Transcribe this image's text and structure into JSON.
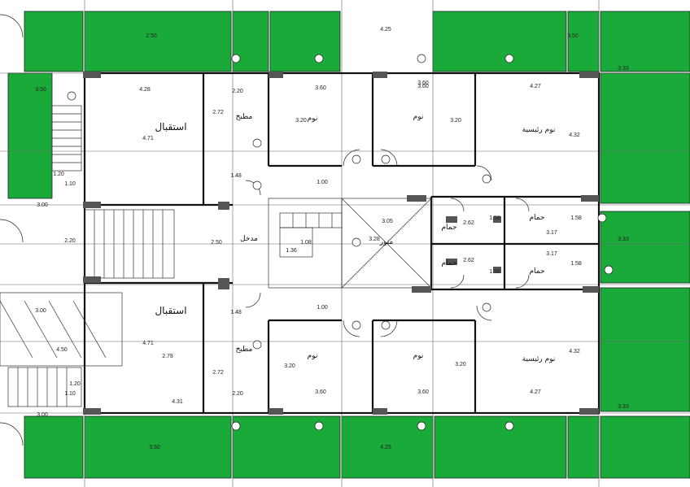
{
  "colors": {
    "green": "#1aaa3a",
    "wall": "#111111",
    "column": "#555555"
  },
  "rooms": [
    {
      "id": "reception-top",
      "name": "استقبال"
    },
    {
      "id": "kitchen-top",
      "name": "مطبخ"
    },
    {
      "id": "bed-1-top",
      "name": "نوم"
    },
    {
      "id": "bed-2-top",
      "name": "نوم"
    },
    {
      "id": "master-top",
      "name": "نوم رئيسية"
    },
    {
      "id": "bath-1-top",
      "name": "حمام"
    },
    {
      "id": "bath-2-top",
      "name": "حمام"
    },
    {
      "id": "bath-1-bot",
      "name": "حمام"
    },
    {
      "id": "bath-2-bot",
      "name": "حمام"
    },
    {
      "id": "reception-bot",
      "name": "استقبال"
    },
    {
      "id": "kitchen-bot",
      "name": "مطبخ"
    },
    {
      "id": "bed-1-bot",
      "name": "نوم"
    },
    {
      "id": "bed-2-bot",
      "name": "نوم"
    },
    {
      "id": "master-bot",
      "name": "نوم رئيسية"
    },
    {
      "id": "entrance-hall",
      "name": "مدخل"
    },
    {
      "id": "service-light",
      "name": "منور"
    }
  ],
  "dims": [
    "4.28",
    "2.20",
    "3.60",
    "3.60",
    "4.27",
    "2.72",
    "4.71",
    "3.20",
    "3.20",
    "4.32",
    "1.48",
    "1.00",
    "2.62",
    "1.58",
    "3.17",
    "1.58",
    "3.05",
    "1.08",
    "2.50",
    "1.36",
    "2.62",
    "1.58",
    "3.17",
    "1.58",
    "1.00",
    "1.48",
    "4.71",
    "2.78",
    "2.72",
    "3.20",
    "3.20",
    "4.32",
    "4.31",
    "2.20",
    "3.60",
    "3.60",
    "4.27",
    "3.00",
    "4.50",
    "1.20",
    "1.10",
    "3.00",
    "1.20",
    "1.10",
    "3.00",
    "3.50",
    "3.33",
    "3.33",
    "3.33",
    "2.50",
    "3.50",
    "3.60",
    "3.28",
    "4.25",
    "2.20",
    "4.25",
    "3.50"
  ]
}
